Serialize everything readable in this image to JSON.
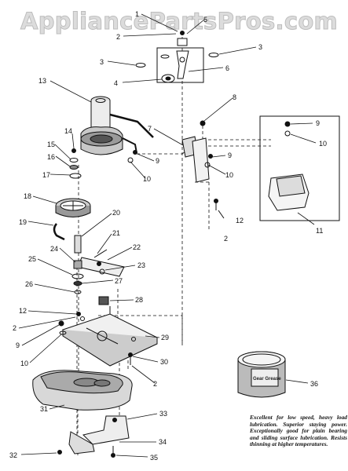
{
  "watermark": "AppliancePartsPros.com",
  "callouts": {
    "c1a": "1",
    "c2a": "2",
    "c5": "5",
    "c3a": "3",
    "c3b": "3",
    "c4": "4",
    "c6": "6",
    "c13": "13",
    "c8": "8",
    "c7": "7",
    "c9a": "9",
    "c10a": "10",
    "c14": "14",
    "c15": "15",
    "c16": "16",
    "c9b": "9",
    "c17": "17",
    "c10b": "10",
    "c9c": "9",
    "c10c": "10",
    "c18": "18",
    "c12a": "12",
    "c19": "19",
    "c20": "20",
    "c2b": "2",
    "c11": "11",
    "c21": "21",
    "c22": "22",
    "c24": "24",
    "c23": "23",
    "c25": "25",
    "c27": "27",
    "c26": "26",
    "c28": "28",
    "c12b": "12",
    "c2c": "2",
    "c29": "29",
    "c9d": "9",
    "c10d": "10",
    "c30": "30",
    "c2d": "2",
    "c36": "36",
    "c31": "31",
    "c33": "33",
    "c34": "34",
    "c32": "32",
    "c35": "35"
  },
  "lubricant_note": "Excellent for low speed, heavy load lubrication. Superior staying power. Exceptionally good for plain bearing and sliding surface lubrication. Resists thinning at higher temperatures.",
  "can_label": "Gear Grease"
}
